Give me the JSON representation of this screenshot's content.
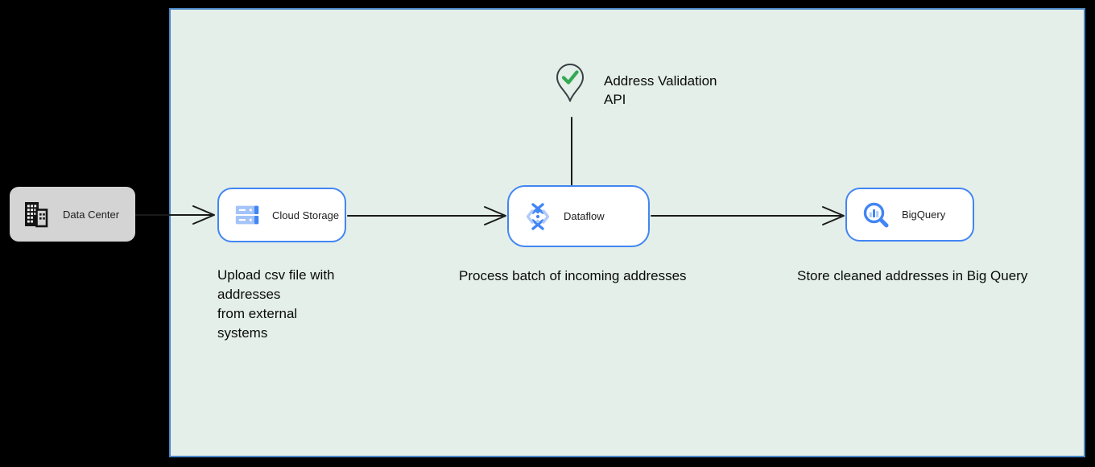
{
  "diagram": {
    "colors": {
      "page_background": "#000000",
      "zone_fill": "#e3efe8",
      "zone_border": "#4a87c7",
      "gcp_node_border": "#4285f4",
      "gcp_blue": "#4285f4",
      "gcp_light_blue": "#aecbfa",
      "gray_node_fill": "#d4d4d4",
      "edge_color": "#1a1a1a",
      "check_green": "#34a853",
      "pin_outline": "#3a4045"
    },
    "nodes": {
      "data_center": {
        "label": "Data Center",
        "icon": "building-icon"
      },
      "cloud_storage": {
        "label": "Cloud Storage",
        "icon": "cloud-storage-icon"
      },
      "dataflow": {
        "label": "Dataflow",
        "icon": "dataflow-icon"
      },
      "bigquery": {
        "label": "BigQuery",
        "icon": "bigquery-icon"
      },
      "address_validation": {
        "line1": "Address Validation",
        "line2": "API",
        "icon": "pin-check-icon"
      }
    },
    "captions": {
      "cloud_storage_lines": [
        "Upload csv file with",
        "addresses",
        "from external",
        "systems"
      ],
      "dataflow": "Process batch of incoming addresses",
      "bigquery": "Store cleaned addresses in Big Query"
    },
    "edges": [
      {
        "from": "data_center",
        "to": "cloud_storage"
      },
      {
        "from": "cloud_storage",
        "to": "dataflow"
      },
      {
        "from": "dataflow",
        "to": "bigquery"
      },
      {
        "from": "address_validation",
        "to": "dataflow"
      }
    ]
  }
}
